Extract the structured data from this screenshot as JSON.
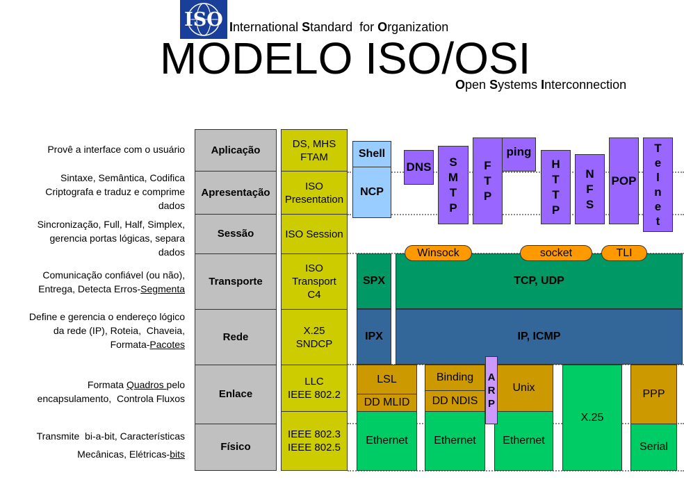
{
  "header": {
    "logo_text": "ISO",
    "subtitle_parts": [
      "I",
      "nternational ",
      "S",
      "tandard  for ",
      "O",
      "rganization"
    ],
    "title": "MODELO ISO/OSI",
    "osi_parts": [
      "O",
      "pen ",
      "S",
      "ystems ",
      "I",
      "nterconnection"
    ]
  },
  "descriptions": [
    {
      "lines": [
        "Provê a interface com o usuário"
      ]
    },
    {
      "lines": [
        "Sintaxe, Semântica, Codifica",
        "Criptografa e traduz e comprime",
        "dados"
      ]
    },
    {
      "lines": [
        "Sincronização, Full, Half, Simplex,",
        "gerencia portas lógicas, separa",
        "dados"
      ]
    },
    {
      "lines": [
        "Comunicação confiável (ou não),",
        "Entrega, Detecta Erros-"
      ],
      "underlined": "Segmenta"
    },
    {
      "lines": [
        "Define e gerencia o endereço lógico",
        "da rede (IP), Roteia,  Chaveia,",
        "Formata-"
      ],
      "underlined": "Pacotes"
    },
    {
      "lines": [
        "Formata ",
        "encapsulamento,  Controla Fluxos"
      ],
      "underlined": "Quadros ",
      "after": "pelo"
    },
    {
      "lines": [
        "Transmite  bi-a-bit, Características",
        "Mecânicas, Elétricas-"
      ],
      "underlined": "bits"
    }
  ],
  "layers": [
    "Aplicação",
    "Apresentação",
    "Sessão",
    "Transporte",
    "Rede",
    "Enlace",
    "Físico"
  ],
  "iso_protocols": [
    [
      "DS, MHS",
      "FTAM"
    ],
    [
      "ISO",
      "Presentation"
    ],
    [
      "ISO Session"
    ],
    [
      "ISO",
      "Transport",
      "C4"
    ],
    [
      "X.25",
      "SNDCP"
    ],
    [
      "LLC",
      "IEEE 802.2"
    ],
    [
      "IEEE 802.3",
      "IEEE 802.5"
    ]
  ],
  "app_protocols": {
    "shell": "Shell",
    "ncp": "NCP",
    "dns": "DNS",
    "smtp": "SMTP",
    "ftp": "FTP",
    "ping": "ping",
    "http": "HTTP",
    "nfs": "NFS",
    "pop": "POP",
    "telnet": "Telnet"
  },
  "apis": {
    "winsock": "Winsock",
    "socket": "socket",
    "tli": "TLI"
  },
  "transport": {
    "spx": "SPX",
    "tcp_udp": "TCP, UDP"
  },
  "network": {
    "ipx": "IPX",
    "ip_icmp": "IP, ICMP"
  },
  "link": {
    "lsl": "LSL",
    "dd_mlid": "DD MLID",
    "binding": "Binding",
    "dd_ndis": "DD NDIS",
    "arp": "ARP",
    "unix": "Unix",
    "x25": "X.25",
    "ppp": "PPP"
  },
  "physical": {
    "eth1": "Ethernet",
    "eth2": "Ethernet",
    "eth3": "Ethernet",
    "serial": "Serial"
  },
  "colors": {
    "grey": "#c0c0c0",
    "yellow": "#cccc00",
    "purple": "#9966ff",
    "light_blue": "#99ccff",
    "teal": "#009966",
    "blue": "#336699",
    "gold": "#cc9900",
    "green": "#00cc66",
    "orange": "#ff9900",
    "arp": "#cc99ff"
  }
}
